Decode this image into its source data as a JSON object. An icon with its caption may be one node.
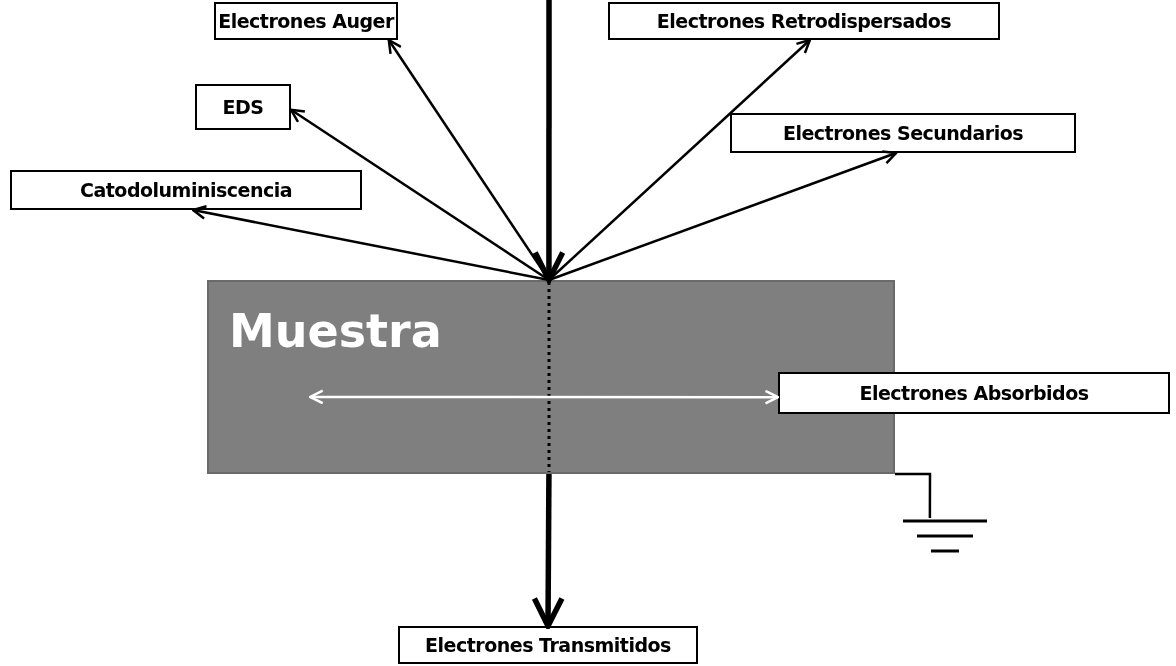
{
  "diagram": {
    "nodes": [
      {
        "text": [
          "Electrones Auger"
        ]
      },
      {
        "text": [
          "Electrones Retrodispersados"
        ]
      },
      {
        "text": [
          "EDS"
        ]
      },
      {
        "text": [
          "Electrones Secundarios"
        ]
      },
      {
        "text": [
          "Catodoluminiscencia"
        ]
      },
      {
        "text": [
          "Muestra"
        ]
      },
      {
        "text": [
          "Electrones Absorbidos"
        ]
      },
      {
        "text": [
          "Electrones Transmitidos"
        ]
      },
      {
        "text": [],
        "shape": "ground"
      }
    ],
    "edges": [
      {
        "from": null,
        "to": 5,
        "arrow": "to",
        "style": "thick"
      },
      {
        "from": 5,
        "to": 4,
        "arrow": "to"
      },
      {
        "from": 5,
        "to": 2,
        "arrow": "to"
      },
      {
        "from": 5,
        "to": 0,
        "arrow": "to"
      },
      {
        "from": 5,
        "to": 1,
        "arrow": "to"
      },
      {
        "from": 5,
        "to": 3,
        "arrow": "to"
      },
      {
        "from": 5,
        "to": 6,
        "arrow": "both",
        "color": "#ffffff"
      },
      {
        "from": 5,
        "to": 7,
        "arrow": "to",
        "style": "thick"
      },
      {
        "from": 5,
        "to": 8,
        "arrow": "none"
      }
    ]
  }
}
